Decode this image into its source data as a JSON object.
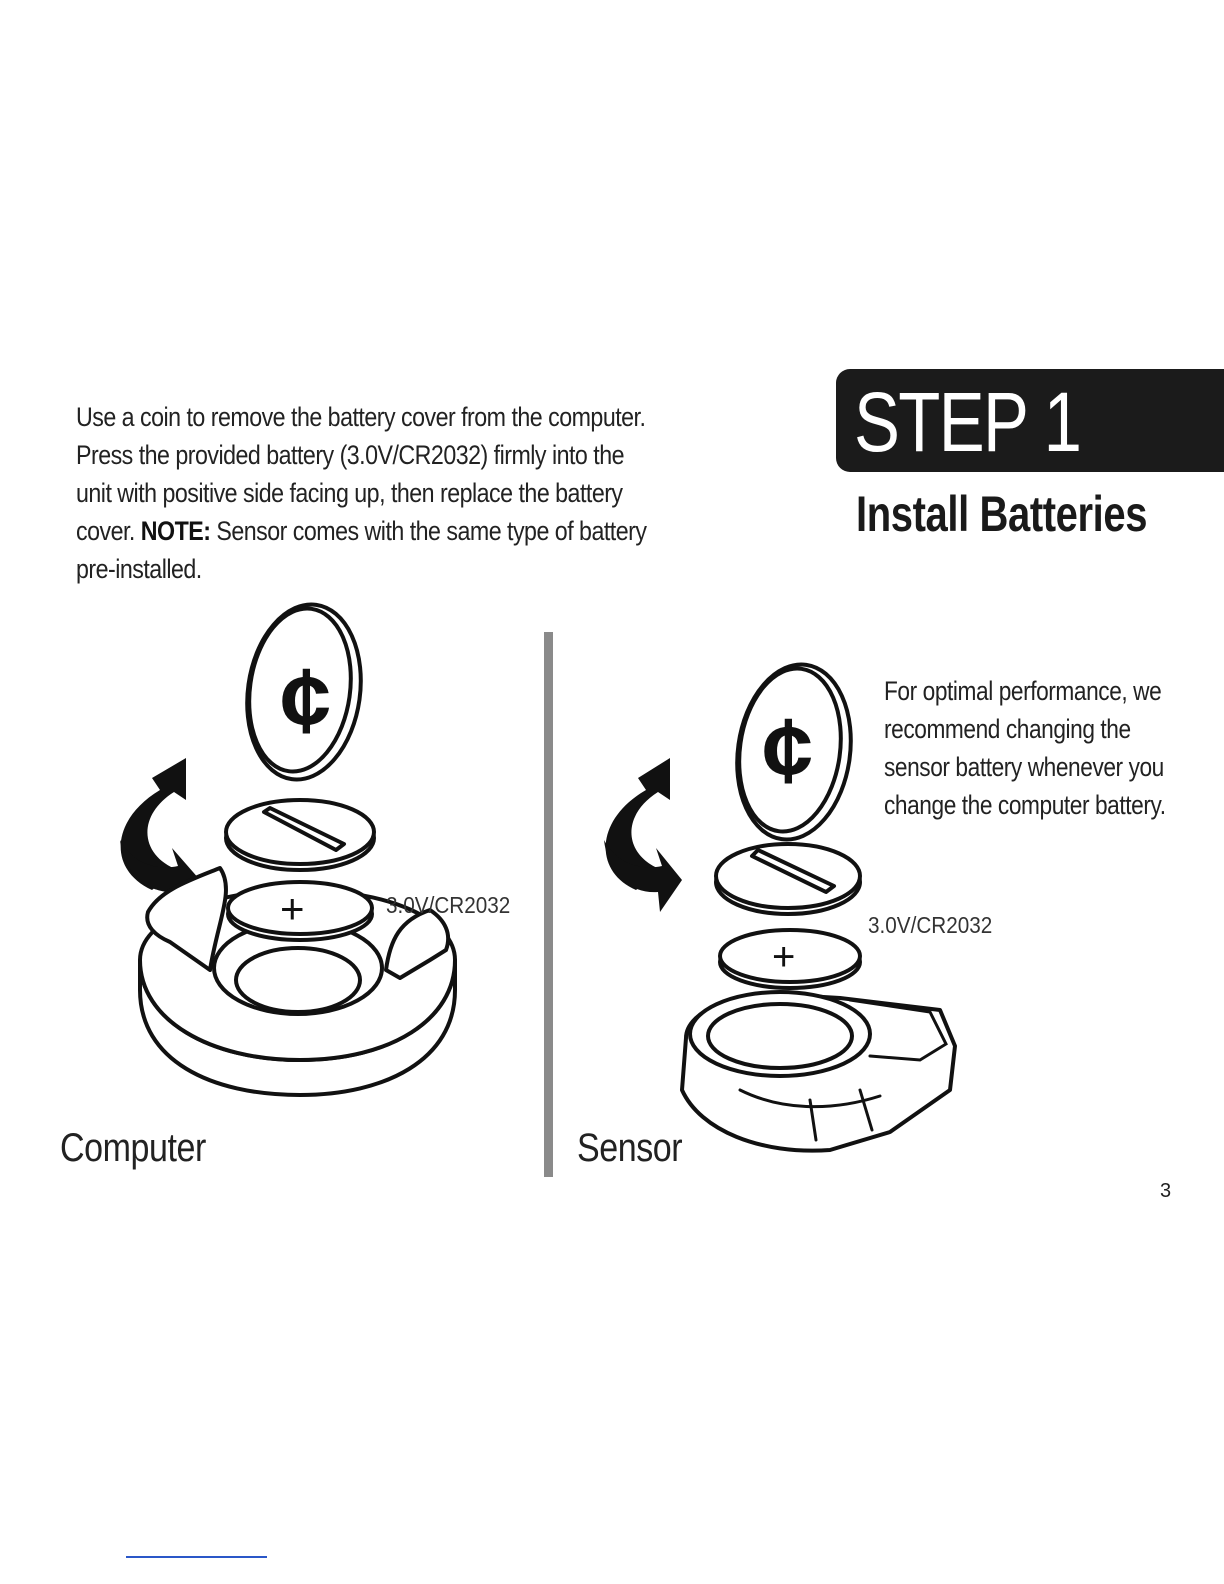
{
  "intro": {
    "part1": "Use a coin to remove the battery cover from the computer. Press the provided battery (3.0V/CR2032) firmly into the unit with positive side facing up, then replace the battery cover.",
    "note_label": "NOTE:",
    "part2": "Sensor comes with the same type of battery pre-installed."
  },
  "step": {
    "badge": "STEP 1",
    "title": "Install Batteries"
  },
  "tip": "For optimal performance, we recommend changing the sensor battery whenever you change the computer battery.",
  "computer": {
    "battery_label": "3.0V/CR2032",
    "caption": "Computer"
  },
  "sensor": {
    "battery_label": "3.0V/CR2032",
    "caption": "Sensor"
  },
  "coin_symbol": "¢",
  "plus_symbol": "+",
  "page_number": "3",
  "colors": {
    "badge_bg": "#1b1b1b",
    "divider": "#8a8a8a",
    "footer_link_line": "#2a57c8"
  }
}
